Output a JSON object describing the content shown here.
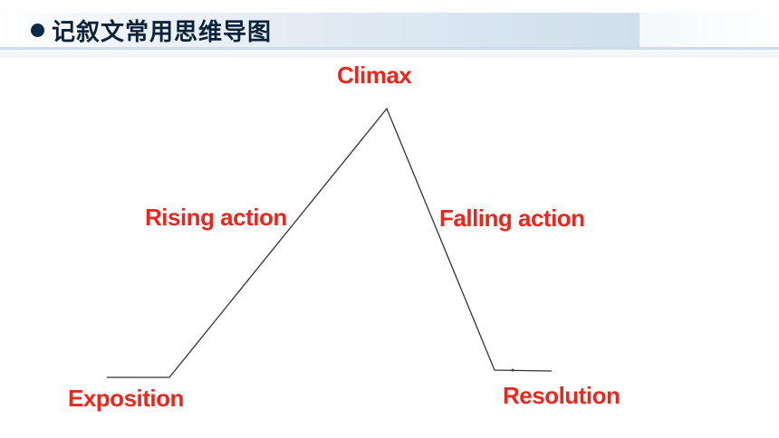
{
  "header": {
    "title": "记叙文常用思维导图"
  },
  "diagram": {
    "labels": {
      "climax": "Climax",
      "rising": "Rising action",
      "falling": "Falling action",
      "exposition": "Exposition",
      "resolution": "Resolution"
    },
    "label_color": "#e8281e",
    "line_color": "#333333"
  }
}
